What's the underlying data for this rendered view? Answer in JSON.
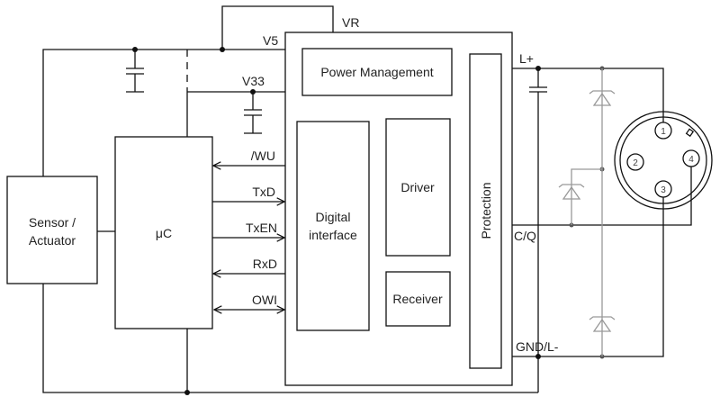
{
  "blocks": {
    "sensor": [
      "Sensor /",
      "Actuator"
    ],
    "mcu": "μC",
    "power_management": "Power Management",
    "digital_interface": [
      "Digital",
      "interface"
    ],
    "driver": "Driver",
    "receiver": "Receiver",
    "protection": "Protection"
  },
  "nets": {
    "v5": "V5",
    "vr": "VR",
    "v33": "V33",
    "l_plus": "L+",
    "cq": "C/Q",
    "gnd": "GND/L-"
  },
  "signals": [
    {
      "label": "/WU",
      "direction": "to-mcu"
    },
    {
      "label": "TxD",
      "direction": "to-transceiver"
    },
    {
      "label": "TxEN",
      "direction": "to-transceiver"
    },
    {
      "label": "RxD",
      "direction": "to-mcu"
    },
    {
      "label": "OWI",
      "direction": "bidirectional"
    }
  ],
  "connector": {
    "pins": [
      "1",
      "2",
      "3",
      "4"
    ]
  },
  "colors": {
    "wire": "#111111",
    "protection_diodes": "#999999"
  }
}
